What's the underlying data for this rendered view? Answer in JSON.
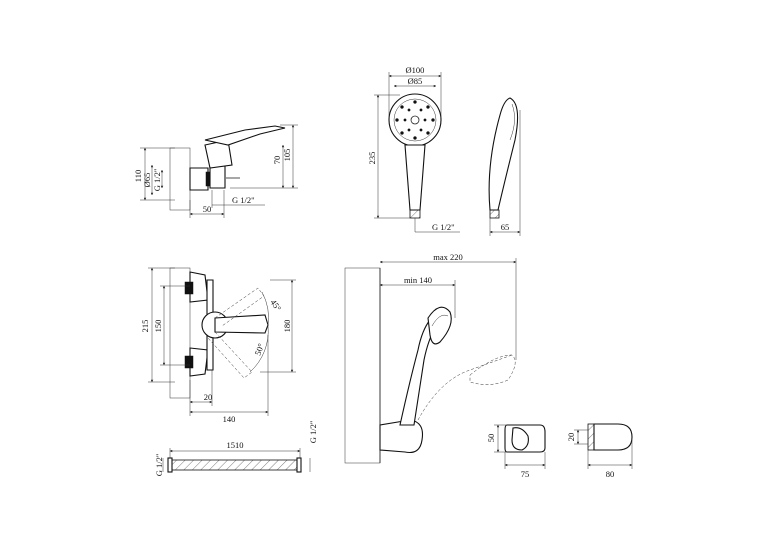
{
  "labels": {
    "faucet_side": {
      "h110": "110",
      "d65": "Ø65",
      "g12_v": "G 1/2\"",
      "h70": "70",
      "h105": "105",
      "w50": "50",
      "g12_h": "G 1/2\""
    },
    "faucet_top": {
      "h215": "215",
      "h150": "150",
      "h180": "180",
      "a45": "45°",
      "a50": "50°",
      "w20": "20",
      "w140": "140"
    },
    "hose": {
      "g12_left": "G 1/2\"",
      "len1510": "1510",
      "g12_right": "G 1/2\""
    },
    "shower_head": {
      "d100": "Ø100",
      "d85": "Ø85",
      "h235": "235",
      "g12": "G 1/2\"",
      "w65": "65"
    },
    "wall_install": {
      "max220": "max 220",
      "min140": "min 140"
    },
    "holder_front": {
      "h50": "50",
      "w75": "75"
    },
    "holder_side": {
      "h20": "20",
      "w80": "80"
    }
  }
}
